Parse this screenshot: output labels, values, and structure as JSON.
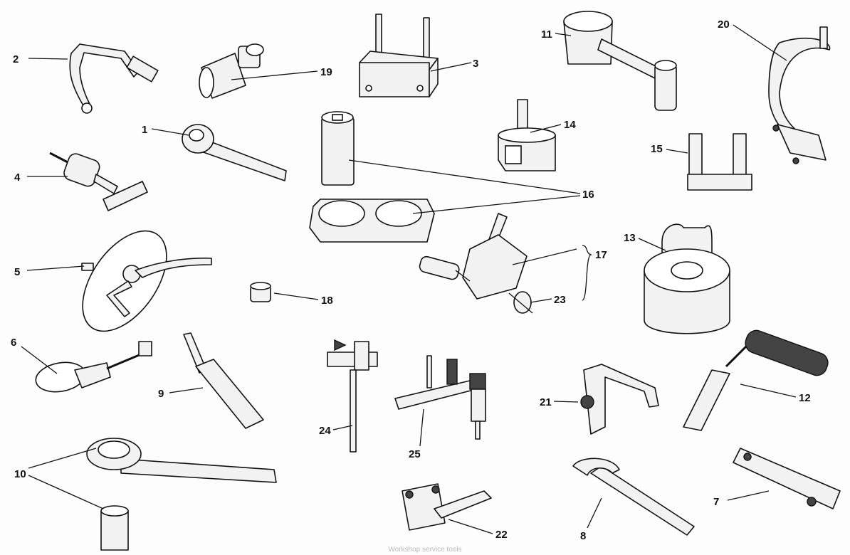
{
  "diagram": {
    "title": "Workshop service tools",
    "callouts": {
      "c1": "1",
      "c2": "2",
      "c3": "3",
      "c4": "4",
      "c5": "5",
      "c6": "6",
      "c7": "7",
      "c8": "8",
      "c9": "9",
      "c10": "10",
      "c11": "11",
      "c12": "12",
      "c13": "13",
      "c14": "14",
      "c15": "15",
      "c16": "16",
      "c17": "17",
      "c18": "18",
      "c19": "19",
      "c20": "20",
      "c21": "21",
      "c22": "22",
      "c23": "23",
      "c24": "24",
      "c25": "25"
    }
  }
}
